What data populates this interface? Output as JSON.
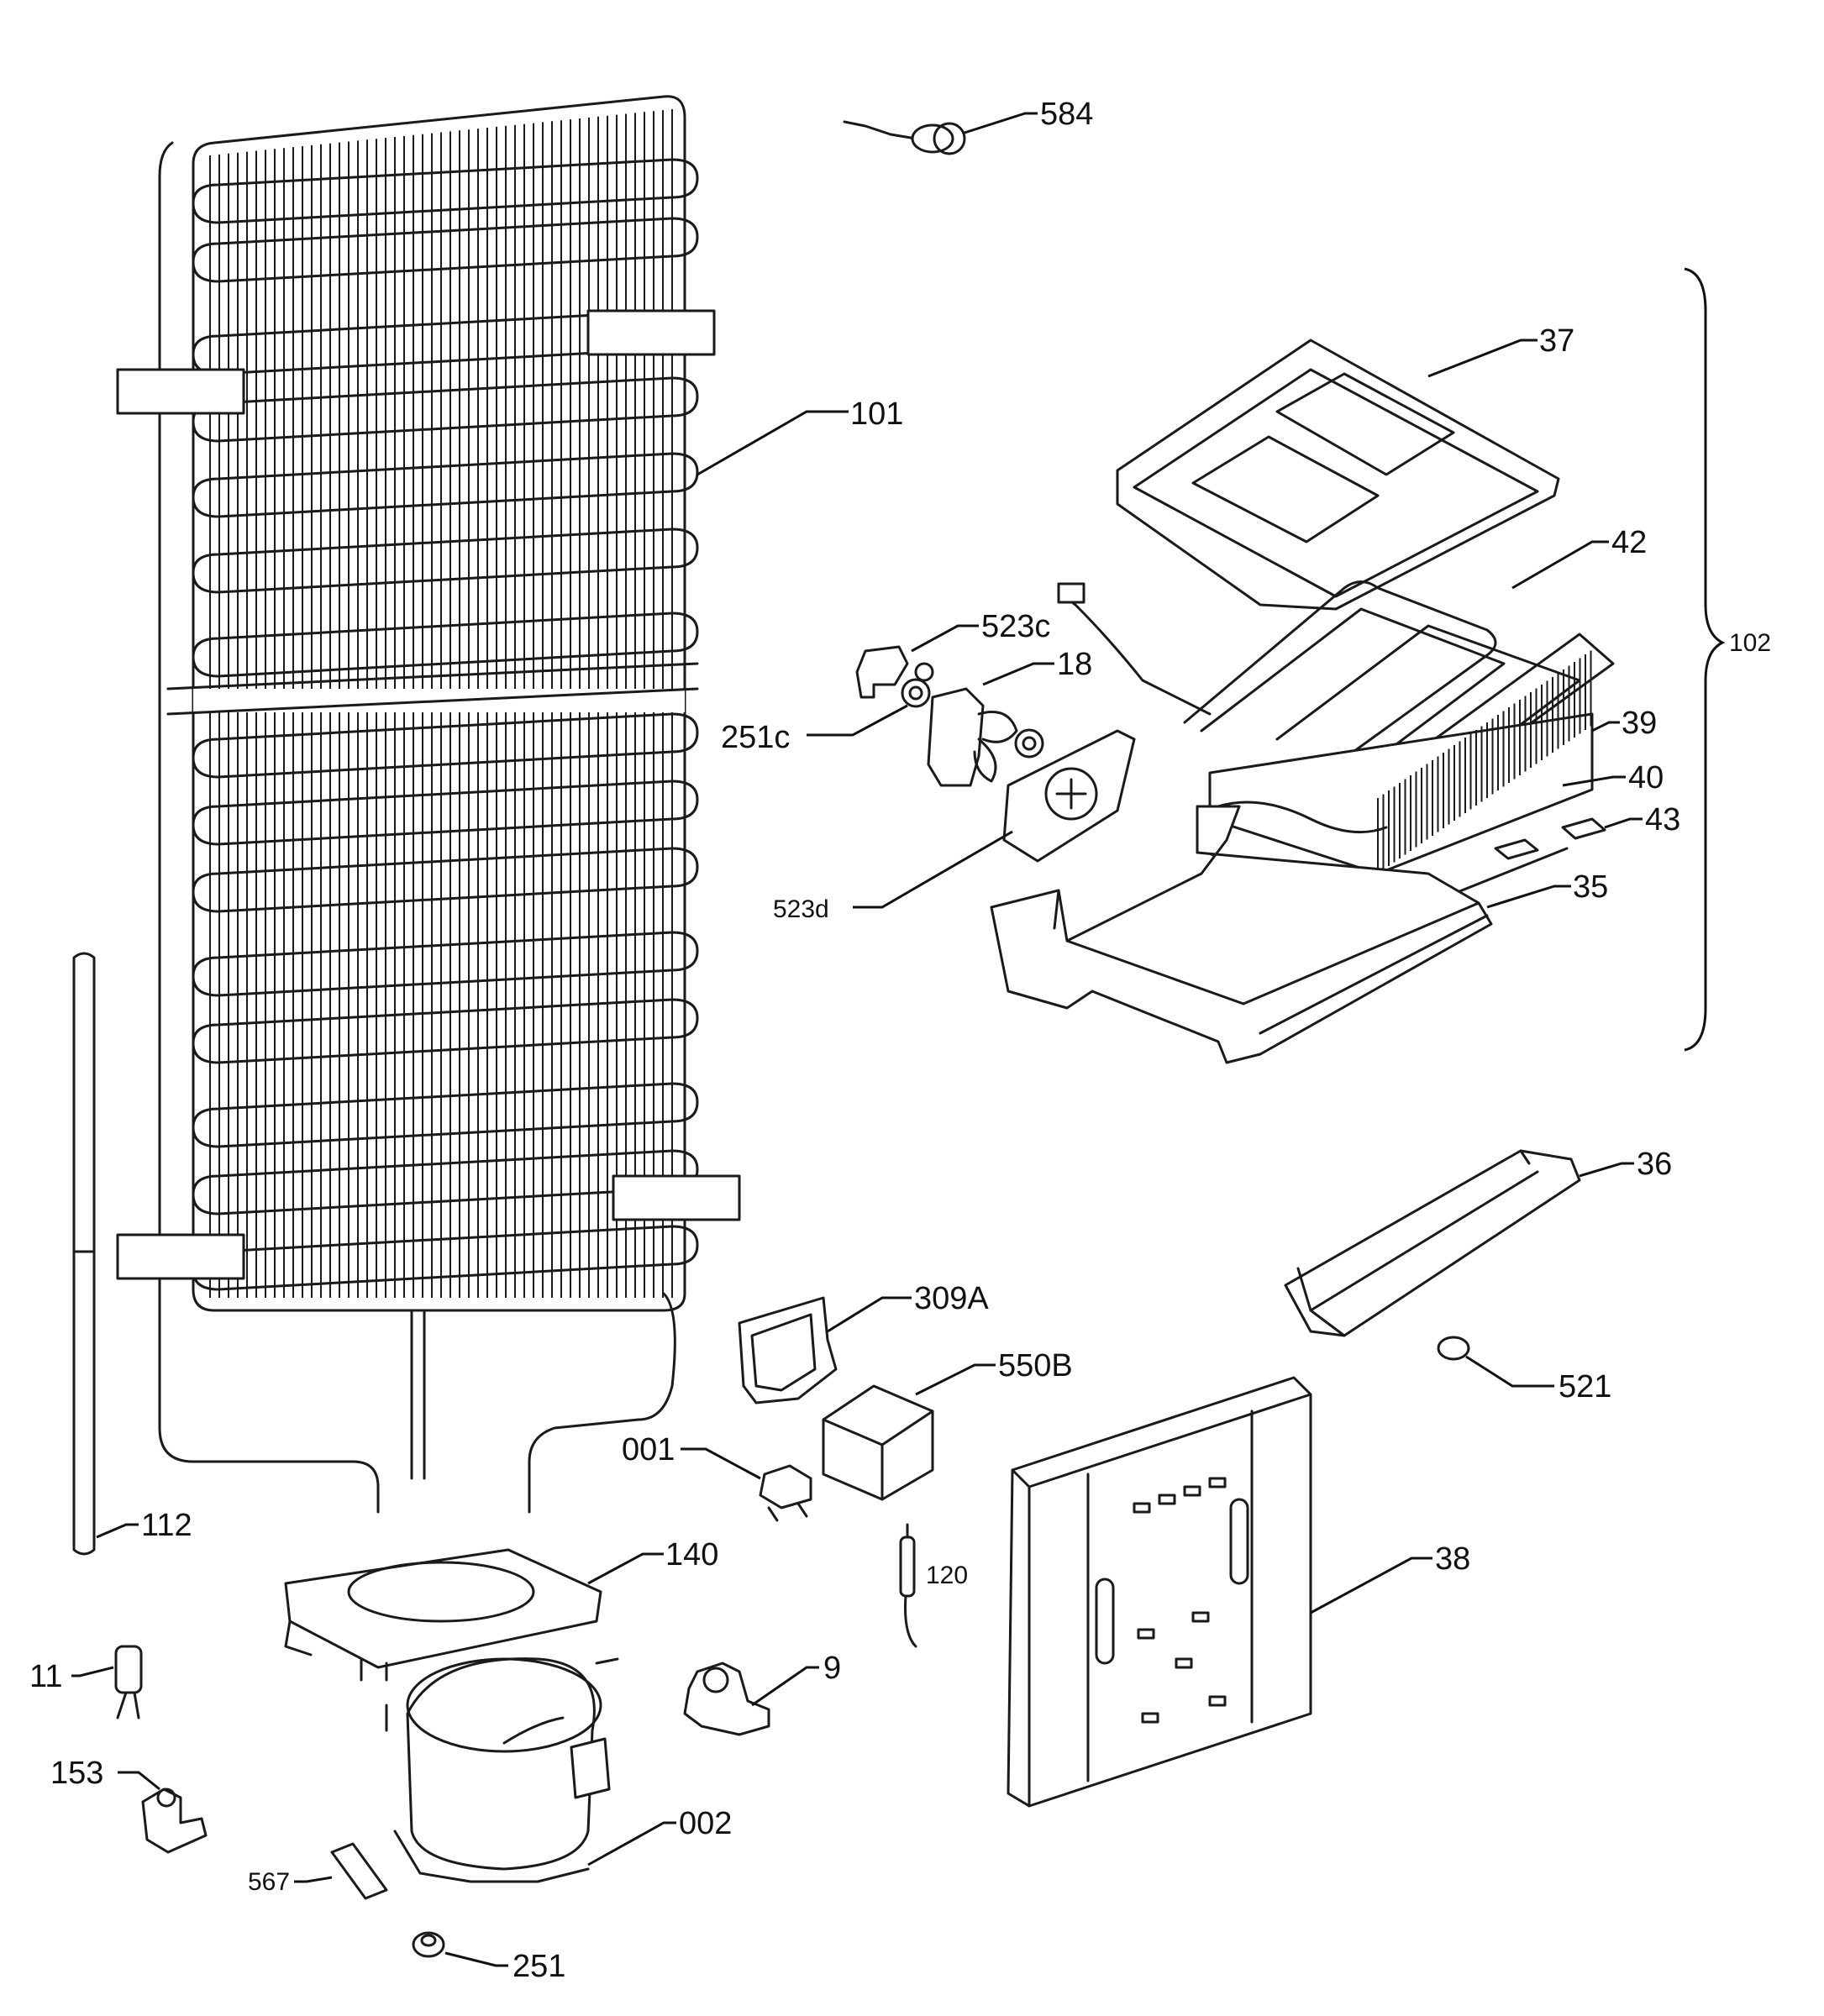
{
  "callouts": {
    "c584": "584",
    "c101": "101",
    "c37": "37",
    "c42": "42",
    "c523c": "523c",
    "c18": "18",
    "c102": "102",
    "c251c": "251c",
    "c39": "39",
    "c40": "40",
    "c43": "43",
    "c523d": "523d",
    "c35": "35",
    "c36": "36",
    "c309a": "309A",
    "c550b": "550B",
    "c521": "521",
    "c001": "001",
    "c112": "112",
    "c140": "140",
    "c120": "120",
    "c38": "38",
    "c9": "9",
    "c11": "11",
    "c153": "153",
    "c002": "002",
    "c567": "567",
    "c251": "251"
  }
}
